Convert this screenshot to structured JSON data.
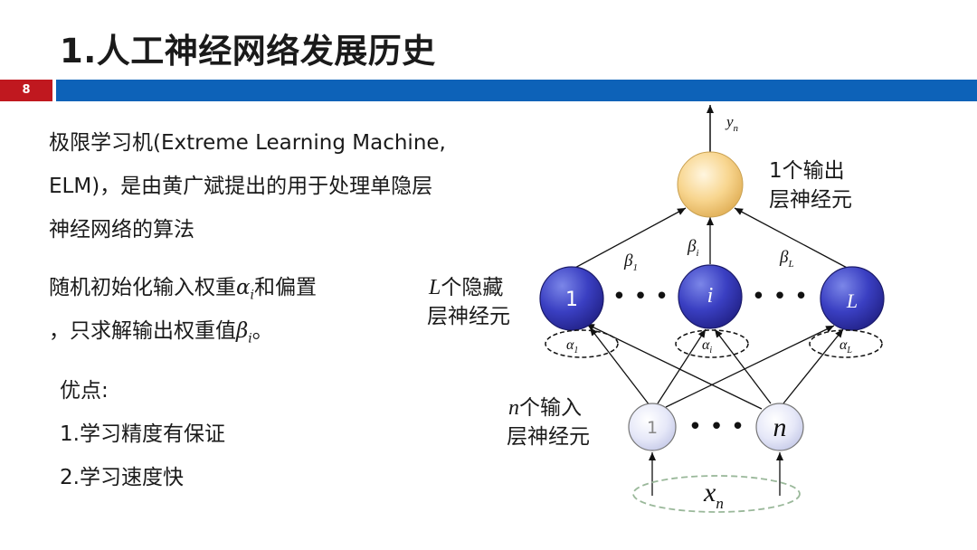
{
  "title": "1.人工神经网络发展历史",
  "page_number": "8",
  "colors": {
    "accent_red": "#c0181f",
    "accent_blue": "#0d62b8"
  },
  "intro": {
    "line1": "极限学习机(Extreme Learning Machine,",
    "line2": "ELM)，是由黄广斌提出的用于处理单隐层",
    "line3": "神经网络的算法"
  },
  "random_init": {
    "line1_pre": "随机初始化输入权重",
    "alpha": "α",
    "alpha_sub": "i",
    "line1_post": "和偏置",
    "line2_pre": "，只求解输出权重值",
    "beta": "β",
    "beta_sub": "i",
    "line2_post": "。"
  },
  "advantages": {
    "heading": "优点:",
    "item1": "1.学习精度有保证",
    "item2": "2.学习速度快"
  },
  "diagram": {
    "output_label": "y",
    "output_label_sub": "n",
    "output_caption_line1": "1个输出",
    "output_caption_line2": "层神经元",
    "hidden_caption_sym": "L",
    "hidden_caption_line1": "个隐藏",
    "hidden_caption_line2": "层神经元",
    "input_caption_sym": "n",
    "input_caption_line1": "个输入",
    "input_caption_line2": "层神经元",
    "hidden_nodes": [
      "1",
      "i",
      "L"
    ],
    "input_nodes": [
      "1",
      "n"
    ],
    "dots": "• • •",
    "beta_labels": [
      {
        "sym": "β",
        "sub": "1"
      },
      {
        "sym": "β",
        "sub": "i"
      },
      {
        "sym": "β",
        "sub": "L"
      }
    ],
    "alpha_labels": [
      {
        "sym": "α",
        "sub": "1"
      },
      {
        "sym": "α",
        "sub": "i"
      },
      {
        "sym": "α",
        "sub": "L"
      }
    ],
    "input_vector": "x",
    "input_vector_sub": "n"
  }
}
